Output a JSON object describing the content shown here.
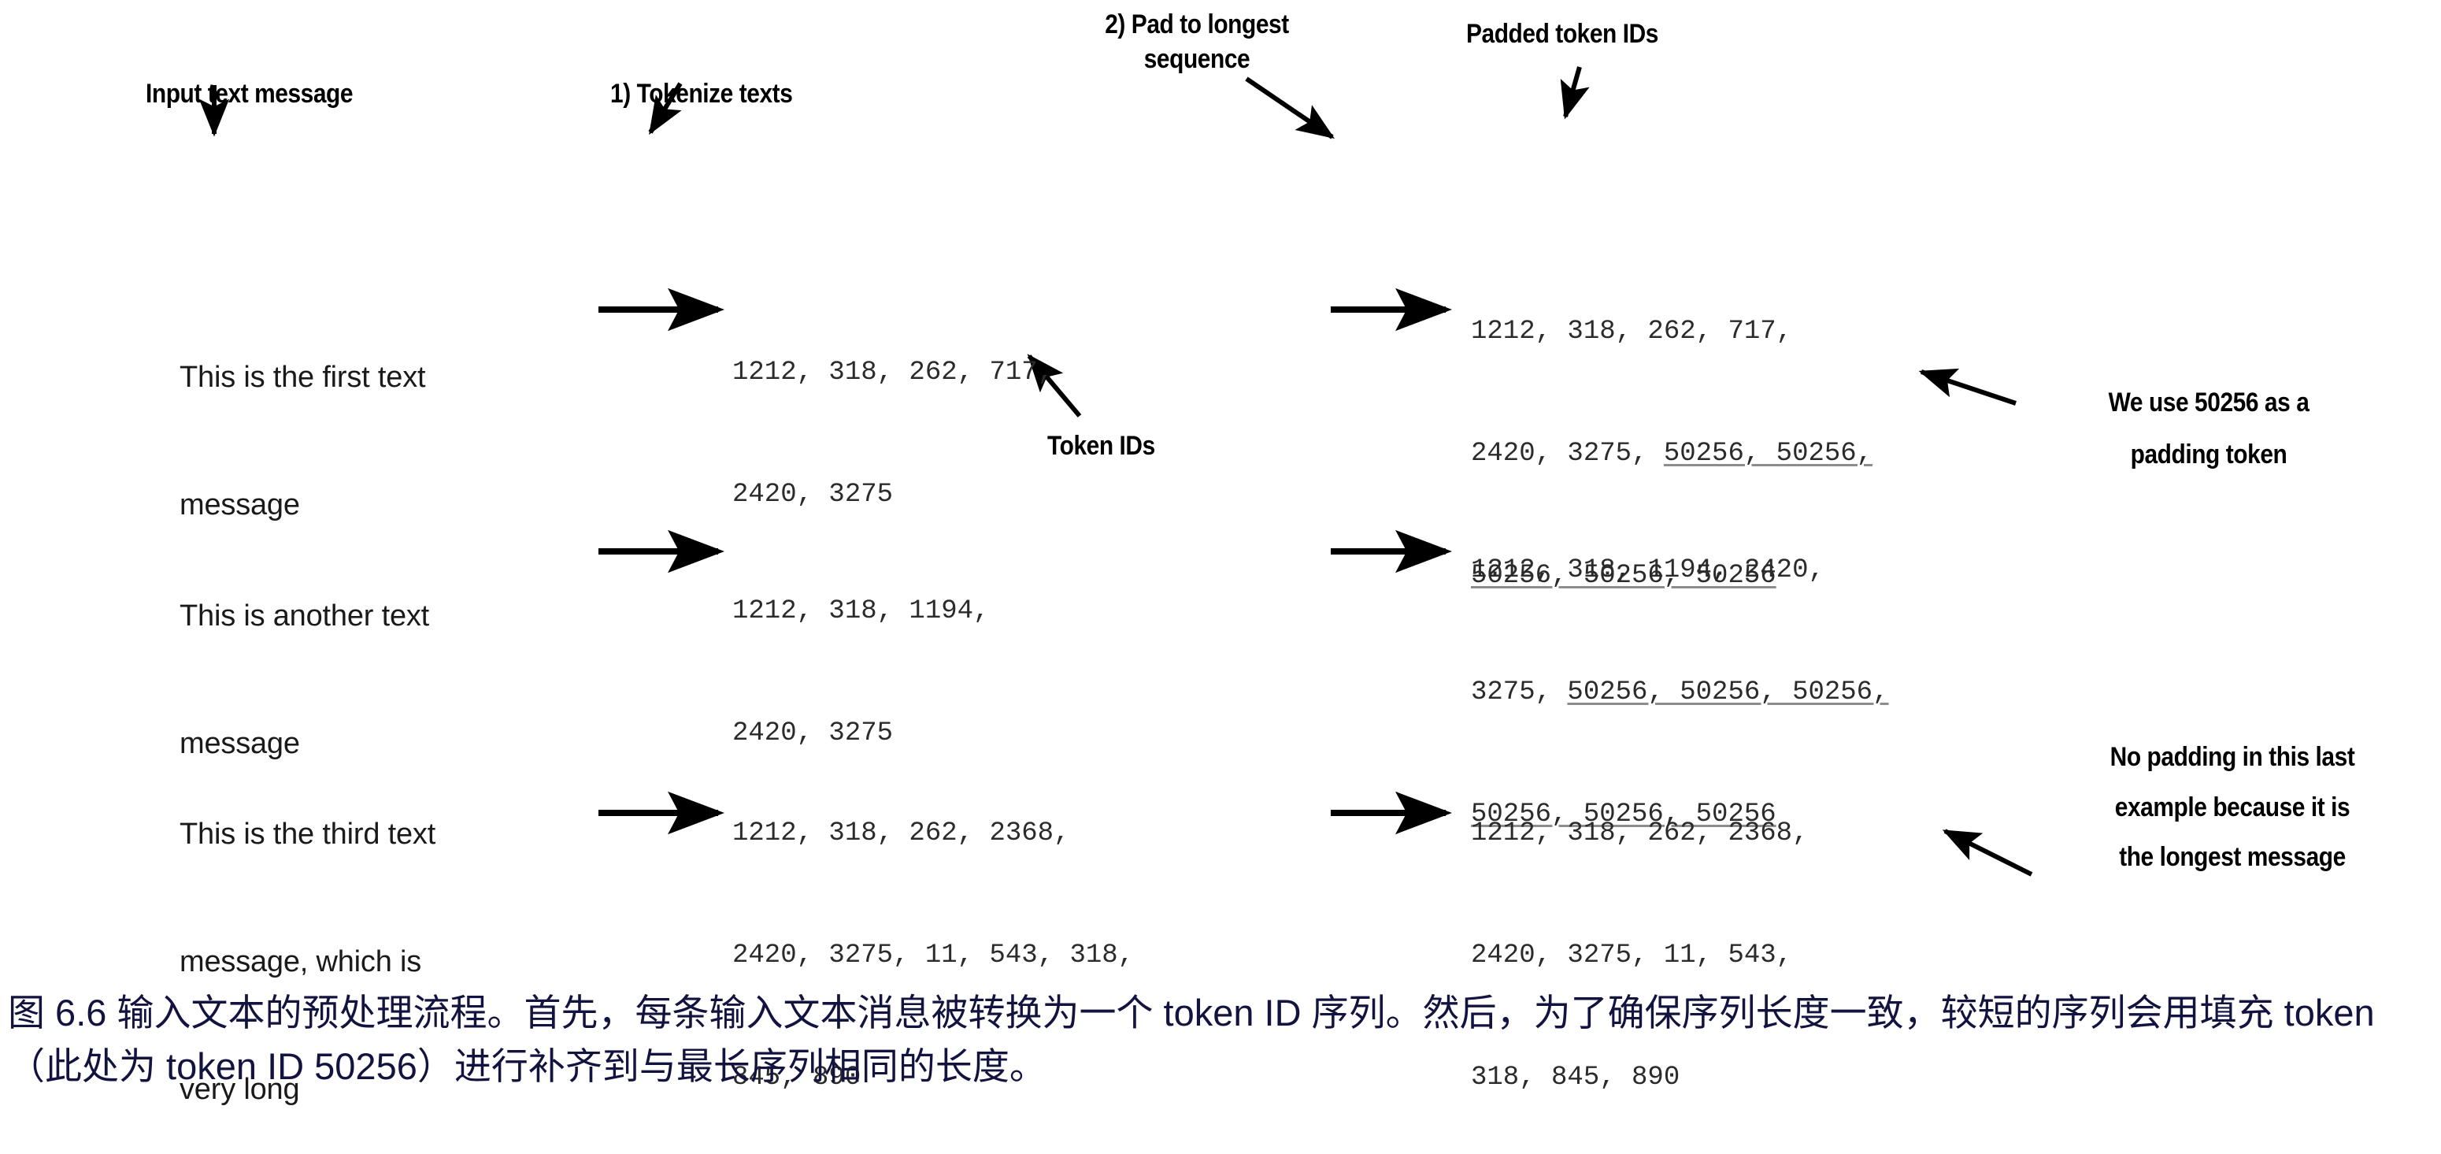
{
  "figure": {
    "annotations": {
      "input_text_message": "Input text message",
      "step1_tokenize": "1) Tokenize texts",
      "step2_pad_line1": "2) Pad to longest",
      "step2_pad_line2": "sequence",
      "padded_token_ids": "Padded token IDs",
      "token_ids": "Token IDs",
      "padding_note_line1": "We use 50256 as a",
      "padding_note_line2": "padding token",
      "no_padding_note_line1": "No padding in this last",
      "no_padding_note_line2": "example because it is",
      "no_padding_note_line3": "the longest message"
    },
    "rows": [
      {
        "message_line1": "This is the first text",
        "message_line2": "message",
        "message_line3": "",
        "token_ids_line1": "1212, 318, 262, 717,",
        "token_ids_line2": "2420, 3275",
        "token_ids_line3": "",
        "padded_line1_plain": "1212, 318, 262, 717,",
        "padded_line2_plain": "2420, 3275, ",
        "padded_line2_pad": "50256, 50256,",
        "padded_line3_pad": "50256, 50256, 50256"
      },
      {
        "message_line1": "This is another text",
        "message_line2": "message",
        "message_line3": "",
        "token_ids_line1": "1212, 318, 1194,",
        "token_ids_line2": "2420, 3275",
        "token_ids_line3": "",
        "padded_line1_plain": "1212, 318, 1194, 2420,",
        "padded_line2_plain": "3275, ",
        "padded_line2_pad": "50256, 50256, 50256,",
        "padded_line3_pad": "50256, 50256, 50256"
      },
      {
        "message_line1": "This is the third text",
        "message_line2": "message, which is",
        "message_line3": "very long",
        "token_ids_line1": "1212, 318, 262, 2368,",
        "token_ids_line2": "2420, 3275, 11, 543, 318,",
        "token_ids_line3": "845, 890",
        "padded_line1_plain": "1212, 318, 262, 2368,",
        "padded_line2_plain": "2420, 3275, 11, 543,",
        "padded_line2_pad": "",
        "padded_line3_pad": ""
      }
    ],
    "row3_padded_line3_plain": "318, 845, 890",
    "caption": "图 6.6 输入文本的预处理流程。首先，每条输入文本消息被转换为一个 token ID 序列。然后，为了确保序列长度一致，较短的序列会用填充 token（此处为 token ID 50256）进行补齐到与最长序列相同的长度。",
    "colors": {
      "caption": "#131340",
      "annotation": "#000000",
      "token_ids": "#2b2b2b",
      "padding_underline": "#8d8d8d",
      "background": "#ffffff"
    }
  }
}
